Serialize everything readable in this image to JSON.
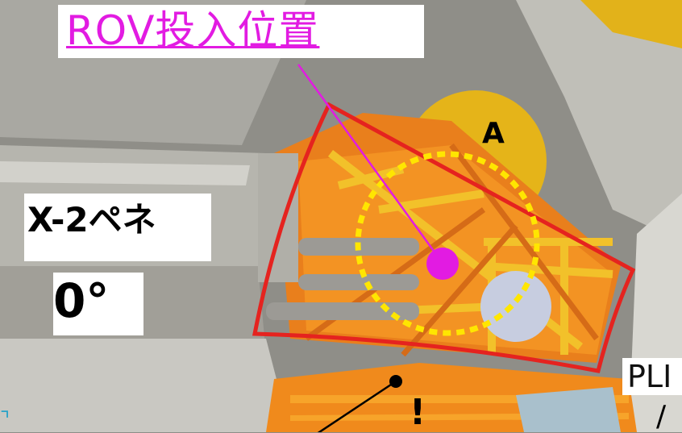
{
  "labels": {
    "rov_title": "ROV投入位置",
    "penetration": "X-2ペネ",
    "angle": "0°",
    "marker_a": "A",
    "pl": "PLI",
    "slash": "/",
    "excl": "!",
    "corner": "⌝"
  },
  "colors": {
    "rov_title": "#e21be2",
    "target_point": "#e21be2",
    "region_outline": "#e5231f",
    "access_circle": "#ffe600",
    "platform": "#f08a1c",
    "background": "#8d8d87"
  }
}
